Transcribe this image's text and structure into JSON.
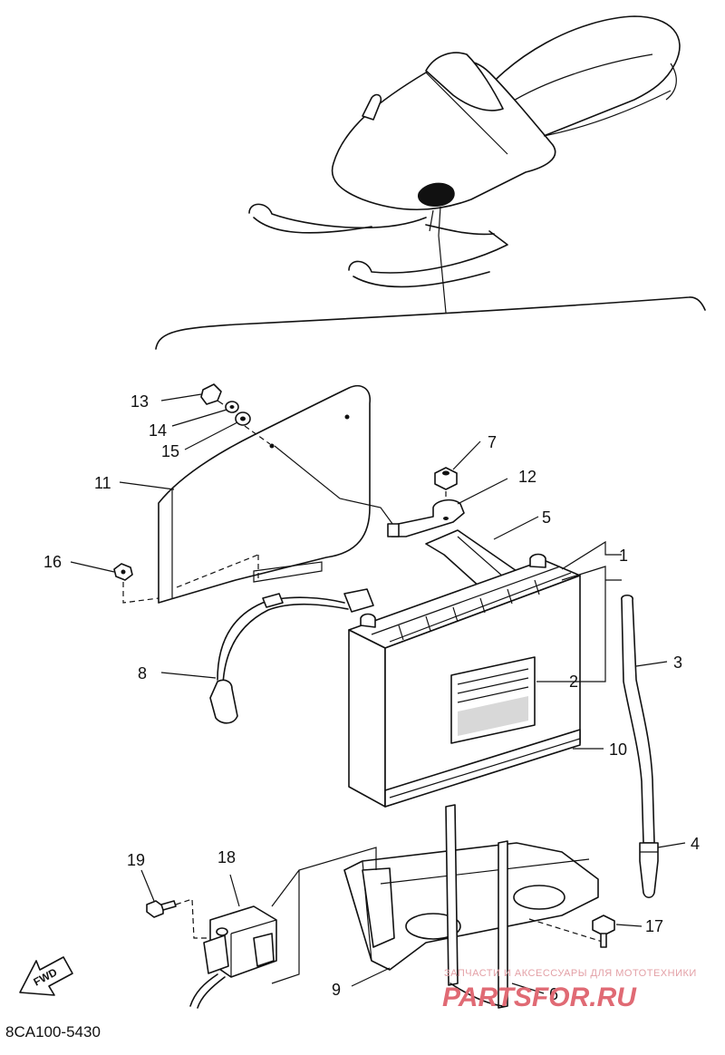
{
  "diagram": {
    "callouts": [
      {
        "id": "1",
        "text": "1"
      },
      {
        "id": "2",
        "text": "2"
      },
      {
        "id": "3",
        "text": "3"
      },
      {
        "id": "4",
        "text": "4"
      },
      {
        "id": "5",
        "text": "5"
      },
      {
        "id": "6",
        "text": "6"
      },
      {
        "id": "7",
        "text": "7"
      },
      {
        "id": "8",
        "text": "8"
      },
      {
        "id": "9",
        "text": "9"
      },
      {
        "id": "10",
        "text": "10"
      },
      {
        "id": "11",
        "text": "11"
      },
      {
        "id": "12",
        "text": "12"
      },
      {
        "id": "13",
        "text": "13"
      },
      {
        "id": "14",
        "text": "14"
      },
      {
        "id": "15",
        "text": "15"
      },
      {
        "id": "16",
        "text": "16"
      },
      {
        "id": "17",
        "text": "17"
      },
      {
        "id": "18",
        "text": "18"
      },
      {
        "id": "19",
        "text": "19"
      }
    ],
    "fwd_label": "FWD",
    "drawing_code": "8CA100-5430",
    "watermark": {
      "tagline": "ЗАПЧАСТИ И АКСЕССУАРЫ ДЛЯ МОТОТЕХНИКИ",
      "brand": "PARTSFOR.RU",
      "color": "#e06a74"
    },
    "line_color": "#111111",
    "background": "#ffffff"
  }
}
